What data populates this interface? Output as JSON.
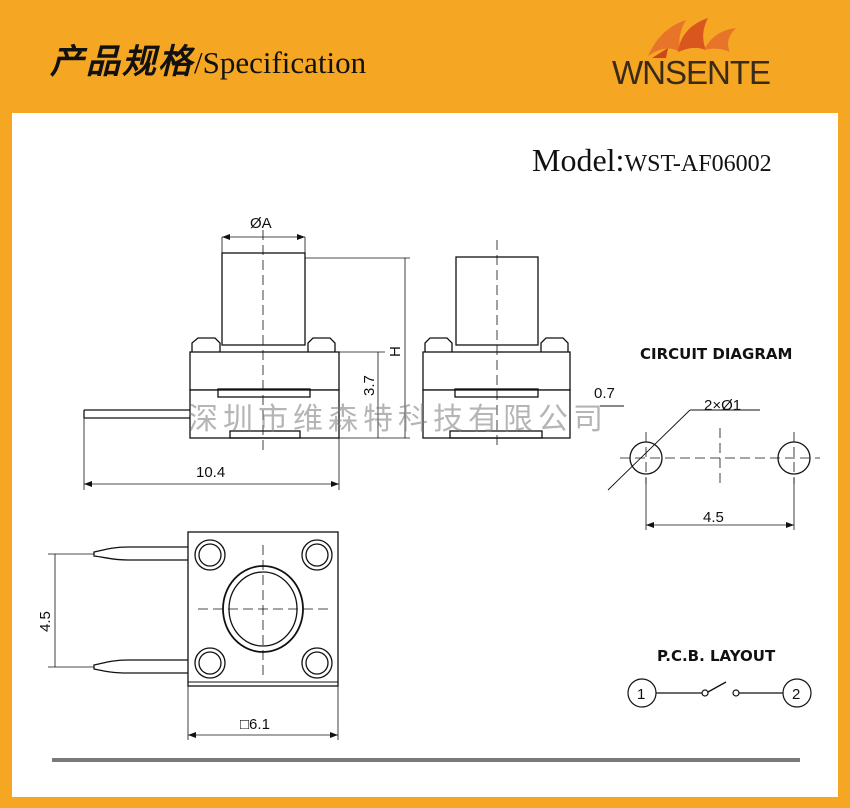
{
  "header": {
    "title_cn": "产品规格",
    "title_en": "/Specification",
    "brand": "WNSENTE"
  },
  "model": {
    "label": "Model:",
    "value": "WST-AF06002"
  },
  "watermark": "深圳市维森特科技有限公司",
  "dimensions": {
    "button_diameter": "ØA",
    "height": "H",
    "body_height": "3.7",
    "total_length": "10.4",
    "pin_pitch": "4.5",
    "body_width": "□6.1",
    "pin_thickness": "0.7",
    "hole_spec": "2×Ø1",
    "hole_pitch": "4.5"
  },
  "circuit": {
    "title": "CIRCUIT DIAGRAM"
  },
  "pcb": {
    "title": "P.C.B. LAYOUT",
    "pin1": "1",
    "pin2": "2"
  },
  "colors": {
    "background": "#F5A623",
    "sheet": "#FFFFFF",
    "rule": "#7A7A7A"
  }
}
